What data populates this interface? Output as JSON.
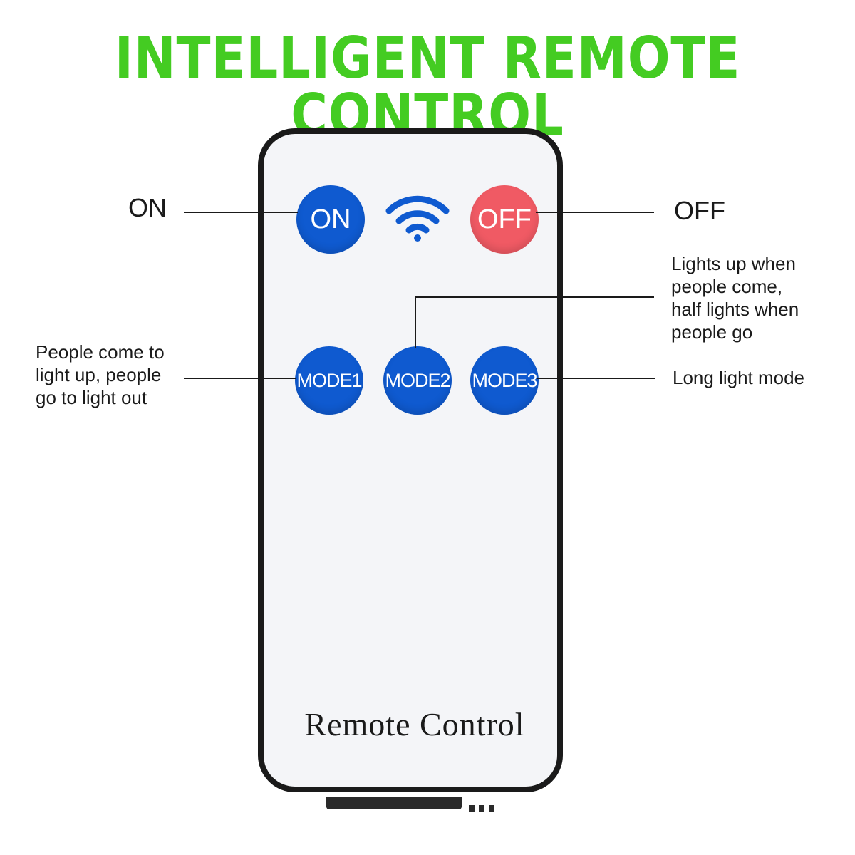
{
  "title": "INTELLIGENT REMOTE CONTROL",
  "colors": {
    "title": "#44cc22",
    "button_blue": "#0f5ad0",
    "button_red": "#f05a64",
    "body": "#f4f5f8",
    "outline": "#1a1a1a"
  },
  "buttons": {
    "on": "ON",
    "off": "OFF",
    "mode1": "MODE1",
    "mode2": "MODE2",
    "mode3": "MODE3"
  },
  "icons": {
    "signal": "wifi-icon"
  },
  "remote_label": "Remote Control",
  "callouts": {
    "on": "ON",
    "off": "OFF",
    "mode1": [
      "People come to",
      "light up, people",
      "go to light out"
    ],
    "mode2": [
      "Lights up when",
      "people come,",
      "half lights when",
      "people go"
    ],
    "mode3": "Long light mode"
  }
}
